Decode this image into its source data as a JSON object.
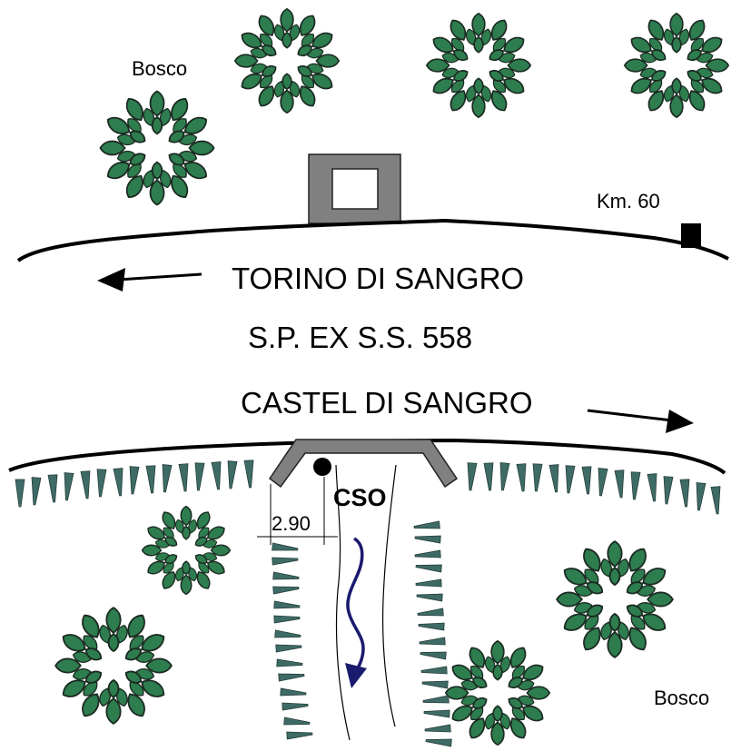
{
  "labels": {
    "bosco_top": "Bosco",
    "bosco_bottom": "Bosco",
    "km_marker": "Km. 60",
    "direction_west": "TORINO DI SANGRO",
    "road_name": "S.P. EX S.S. 558",
    "direction_east": "CASTEL DI SANGRO",
    "station_code": "CSO",
    "distance": "2.90"
  },
  "icons": {
    "tree": "tree-canopy-icon",
    "culvert_upper": "culvert-headwall-icon",
    "culvert_lower": "culvert-outlet-icon",
    "km_post": "kilometer-post-icon",
    "station": "measurement-point-icon",
    "flow": "flow-direction-arrow-icon",
    "arrow_west": "arrow-left-icon",
    "arrow_east": "arrow-right-icon"
  },
  "colors": {
    "foliage": "#2e7d4f",
    "slope": "#3f6b66",
    "concrete": "#808080",
    "flow": "#1a1a6e",
    "ink": "#000000"
  }
}
